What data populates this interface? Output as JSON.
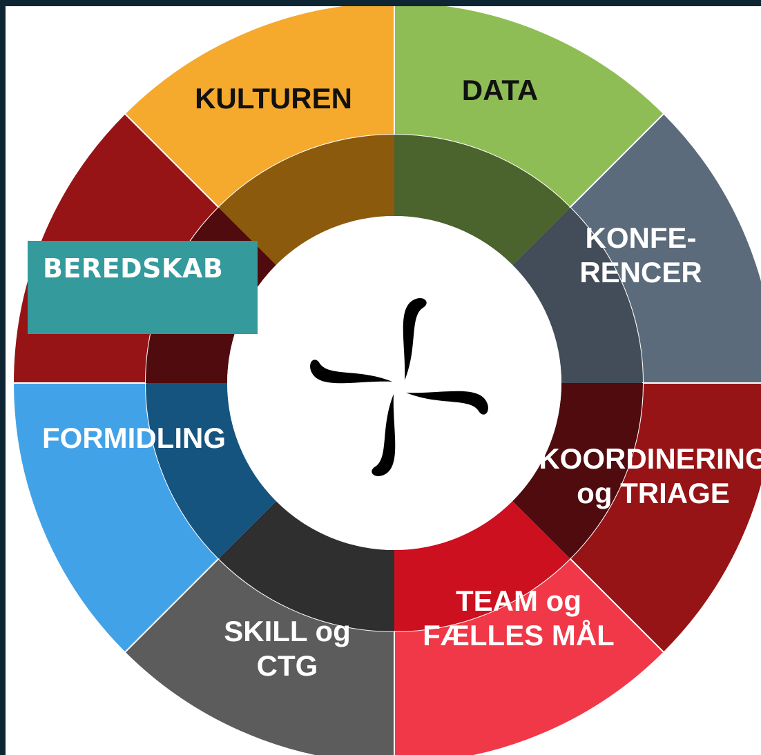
{
  "diagram": {
    "segments": [
      {
        "id": "kulturen",
        "label_lines": [
          "KULTUREN"
        ],
        "outer_color": "#f5a92d",
        "inner_color": "#8c5a0c",
        "text_color": "#111111"
      },
      {
        "id": "data",
        "label_lines": [
          "DATA"
        ],
        "outer_color": "#8fbd55",
        "inner_color": "#4b632c",
        "text_color": "#111111"
      },
      {
        "id": "konferencer",
        "label_lines": [
          "KONFE-",
          "RENCER"
        ],
        "outer_color": "#5b6b7b",
        "inner_color": "#434d59",
        "text_color": "#ffffff"
      },
      {
        "id": "koordinering",
        "label_lines": [
          "KOORDINERING",
          "og TRIAGE"
        ],
        "outer_color": "#961316",
        "inner_color": "#4f0b0e",
        "text_color": "#ffffff"
      },
      {
        "id": "team",
        "label_lines": [
          "TEAM og",
          "FÆLLES MÅL"
        ],
        "outer_color": "#f03848",
        "inner_color": "#cc1020",
        "text_color": "#ffffff"
      },
      {
        "id": "skill",
        "label_lines": [
          "SKILL og",
          "CTG"
        ],
        "outer_color": "#5c5c5c",
        "inner_color": "#2f2f2f",
        "text_color": "#ffffff"
      },
      {
        "id": "formidling",
        "label_lines": [
          "FORMIDLING"
        ],
        "outer_color": "#42a2e8",
        "inner_color": "#165480",
        "text_color": "#ffffff"
      },
      {
        "id": "beredskab",
        "label_lines": [],
        "outer_color": "#961316",
        "inner_color": "#4f0b0e",
        "text_color": "#ffffff"
      }
    ],
    "highlight": {
      "label": "BEREDSKAB",
      "color": "#349a9c"
    },
    "center_icon": "four-swirl-logo-icon"
  }
}
